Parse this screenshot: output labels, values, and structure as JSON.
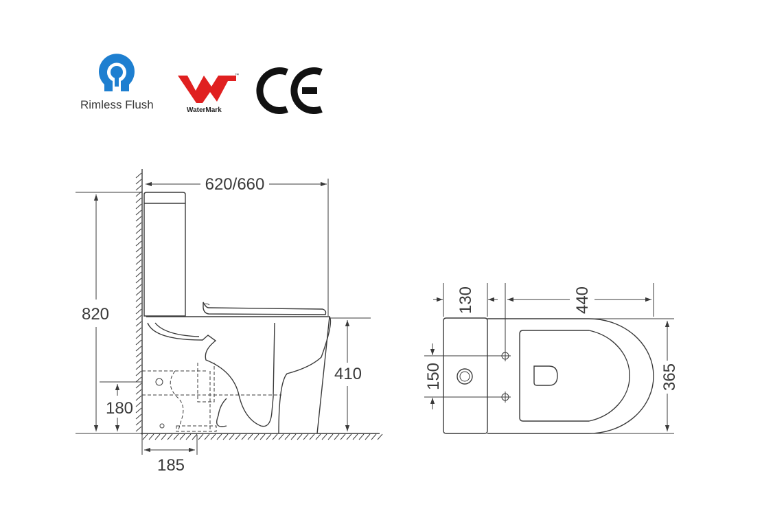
{
  "logos": {
    "rimless_label": "Rimless Flush",
    "watermark_label": "WaterMark",
    "watermark_tm": "™",
    "ce_mark": "CE",
    "rimless_color": "#1e7fd0",
    "watermark_color": "#e02020"
  },
  "side_view": {
    "depth": "620/660",
    "height": "820",
    "seat_height": "410",
    "outlet_height": "180",
    "outlet_setback": "185"
  },
  "top_view": {
    "tank_depth": "130",
    "bowl_length": "440",
    "inlet_spacing": "150",
    "width": "365"
  }
}
